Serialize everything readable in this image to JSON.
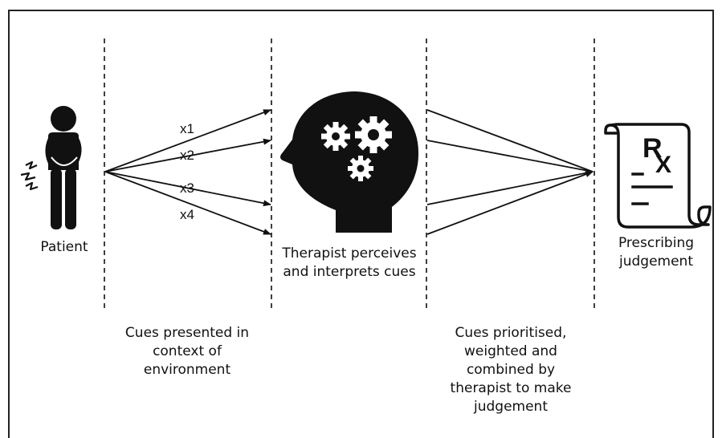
{
  "patient": {
    "label": "Patient"
  },
  "cues": [
    "x1",
    "x2",
    "x3",
    "x4"
  ],
  "therapist": {
    "label_line1": "Therapist perceives",
    "label_line2": "and interprets cues"
  },
  "rx": {
    "symbol_r": "R",
    "symbol_x": "X"
  },
  "judgement": {
    "label_line1": "Prescribing",
    "label_line2": "judgement"
  },
  "captions": {
    "environment": [
      "Cues presented in",
      "context of",
      "environment"
    ],
    "weighting": [
      "Cues prioritised,",
      "weighted and",
      "combined by",
      "therapist to make",
      "judgement"
    ]
  }
}
